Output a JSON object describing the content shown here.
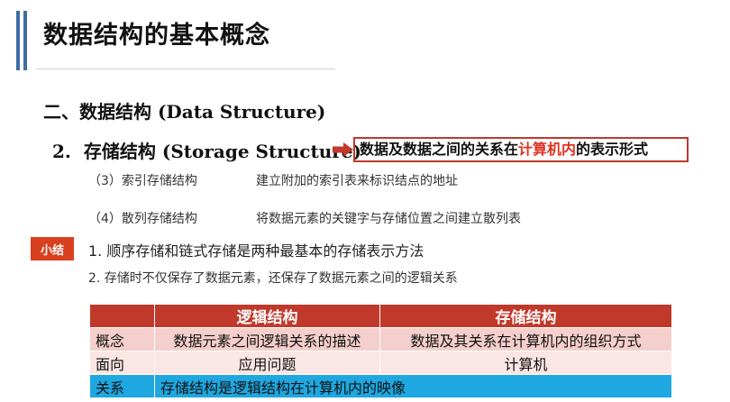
{
  "slide": {
    "title": "数据结构的基本概念",
    "section": {
      "prefix": "二、数据结构",
      "english": "(Data Structure)"
    },
    "subsection": {
      "number": "2.",
      "cn": "存储结构",
      "english": "(Storage Structure)",
      "callout": {
        "before": "数据及数据之间的关系在",
        "highlight": "计算机内",
        "after": "的表示形式"
      }
    },
    "items": [
      {
        "label": "（3）索引存储结构",
        "desc": "建立附加的索引表来标识结点的地址"
      },
      {
        "label": "（4）散列存储结构",
        "desc": "将数据元素的关键字与存储位置之间建立散列表"
      }
    ],
    "summary": {
      "badge": "小结",
      "point1": "1.   顺序存储和链式存储是两种最基本的存储表示方法",
      "point2": "2.  存储时不仅保存了数据元素，还保存了数据元素之间的逻辑关系"
    },
    "table": {
      "headers": [
        "",
        "逻辑结构",
        "存储结构"
      ],
      "rows": [
        {
          "label": "概念",
          "logical": "数据元素之间逻辑关系的描述",
          "storage": "数据及其关系在计算机内的组织方式"
        },
        {
          "label": "面向",
          "logical": "应用问题",
          "storage": "计算机"
        },
        {
          "label": "关系",
          "merged": "存储结构是逻辑结构在计算机内的映像"
        }
      ]
    },
    "colors": {
      "accent_blue": "#3f6ea6",
      "red": "#c0392b",
      "highlight_red": "#e03020",
      "badge": "#d9401f",
      "blue_row": "#1ea7e0"
    }
  }
}
